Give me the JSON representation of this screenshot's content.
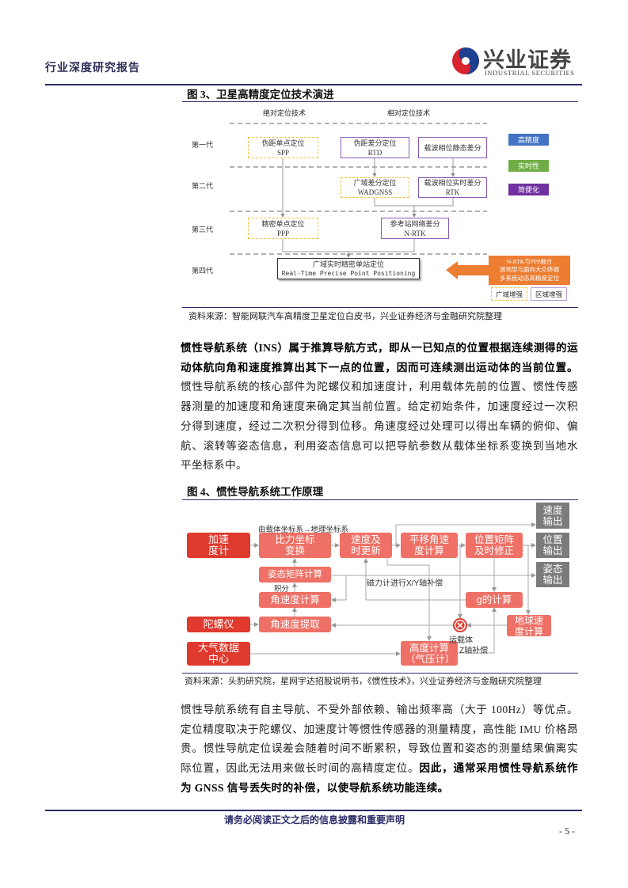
{
  "header": {
    "report_type": "行业深度研究报告",
    "logo_cn": "兴业证券",
    "logo_en": "INDUSTRIAL SECURITIES"
  },
  "figure3": {
    "title": "图 3、卫星高精度定位技术演进",
    "col_abs": "绝对定位技术",
    "col_rel": "相对定位技术",
    "generations": [
      "第一代",
      "第二代",
      "第三代",
      "第四代"
    ],
    "boxes": {
      "spp": [
        "伪距单点定位",
        "SPP"
      ],
      "rtd": [
        "伪距差分定位",
        "RTD"
      ],
      "static": [
        "载波相位静态差分"
      ],
      "wadgnss": [
        "广域差分定位",
        "WADGNSS"
      ],
      "rtk": [
        "载波相位实时差分",
        "RTK"
      ],
      "ppp": [
        "精密单点定位",
        "PPP"
      ],
      "nrtk": [
        "参考站网络差分",
        "N-RTK"
      ],
      "rtppp": [
        "广域实时精密单站定位",
        "Real-Time Precise Point Positioning"
      ]
    },
    "legend": [
      {
        "label": "高精度",
        "color": "#4472c4"
      },
      {
        "label": "实时性",
        "color": "#70ad47"
      },
      {
        "label": "简便化",
        "color": "#7030a0"
      }
    ],
    "callout": [
      "N-RTK与PPP融合",
      "测地型与面向大众终端",
      "多系统动态高精度定位"
    ],
    "callout_color": "#ed7d31",
    "border_legend": [
      "广域增强",
      "区域增强"
    ],
    "source": "资料来源：智能网联汽车高精度卫星定位白皮书，兴业证券经济与金融研究院整理"
  },
  "para1": {
    "bold": "惯性导航系统（INS）属于推算导航方式，即从一已知点的位置根据连续测得的运动体航向角和速度推算出其下一点的位置，因而可连续测出运动体的当前位置。",
    "normal": "惯性导航系统的核心部件为陀螺仪和加速度计，利用载体先前的位置、惯性传感器测量的加速度和角速度来确定其当前位置。给定初始条件，加速度经过一次积分得到速度，经过二次积分得到位移。角速度经过处理可以得出车辆的俯仰、偏航、滚转等姿态信息，利用姿态信息可以把导航参数从载体坐标系变换到当地水平坐标系中。"
  },
  "figure4": {
    "title": "图 4、惯性导航系统工作原理",
    "nodes": {
      "accel": "加速度计",
      "force": "比力坐标变换",
      "vel_update": "速度及时更新",
      "trans_ang": "平移角速度计算",
      "pos_matrix": "位置矩阵及时修正",
      "vel_out": "速度输出",
      "pos_out": "位置输出",
      "att_out": "姿态输出",
      "att_matrix": "姿态矩阵计算",
      "ang_calc": "角速度计算",
      "gyro": "陀螺仪",
      "ang_extract": "角速度提取",
      "air_data": "大气数据中心",
      "altitude": "高度计算（气压计）",
      "g_calc": "g的计算",
      "earth_vel": "地球速度计算"
    },
    "labels": {
      "coord": "由载体坐标系→地理坐标系",
      "integral": "积分",
      "mag": "磁力计进行X/Y轴补偿",
      "carrier": "运载体",
      "z_comp": "Z轴补偿"
    },
    "colors": {
      "input": "#e0392e",
      "process": "#ee7066",
      "output": "#7b7b7b"
    },
    "source": "资料来源：头豹研究院，星网宇达招股说明书，《惯性技术》，兴业证券经济与金融研究院整理"
  },
  "para2": {
    "normal": "惯性导航系统有自主导航、不受外部依赖、输出频率高（大于 100Hz）等优点。定位精度取决于陀螺仪、加速度计等惯性传感器的测量精度，高性能 IMU 价格昂贵。惯性导航定位误差会随着时间不断累积，导致位置和姿态的测量结果偏离实际位置，因此无法用来做长时间的高精度定位。",
    "bold": "因此，通常采用惯性导航系统作为 GNSS 信号丢失时的补偿，以使导航系统功能连续。"
  },
  "footer": {
    "disclaimer": "请务必阅读正文之后的信息披露和重要声明",
    "page": "- 5 -"
  }
}
